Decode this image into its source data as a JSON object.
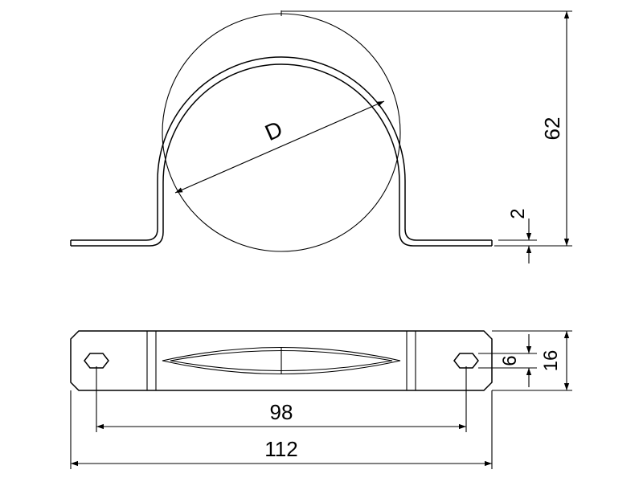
{
  "dimensions": {
    "diameter_label": "D",
    "height_total": "62",
    "thickness": "2",
    "slot_width": "6",
    "strap_width": "16",
    "hole_spacing": "98",
    "overall_length": "112"
  },
  "colors": {
    "line": "#000000",
    "background": "#ffffff"
  }
}
